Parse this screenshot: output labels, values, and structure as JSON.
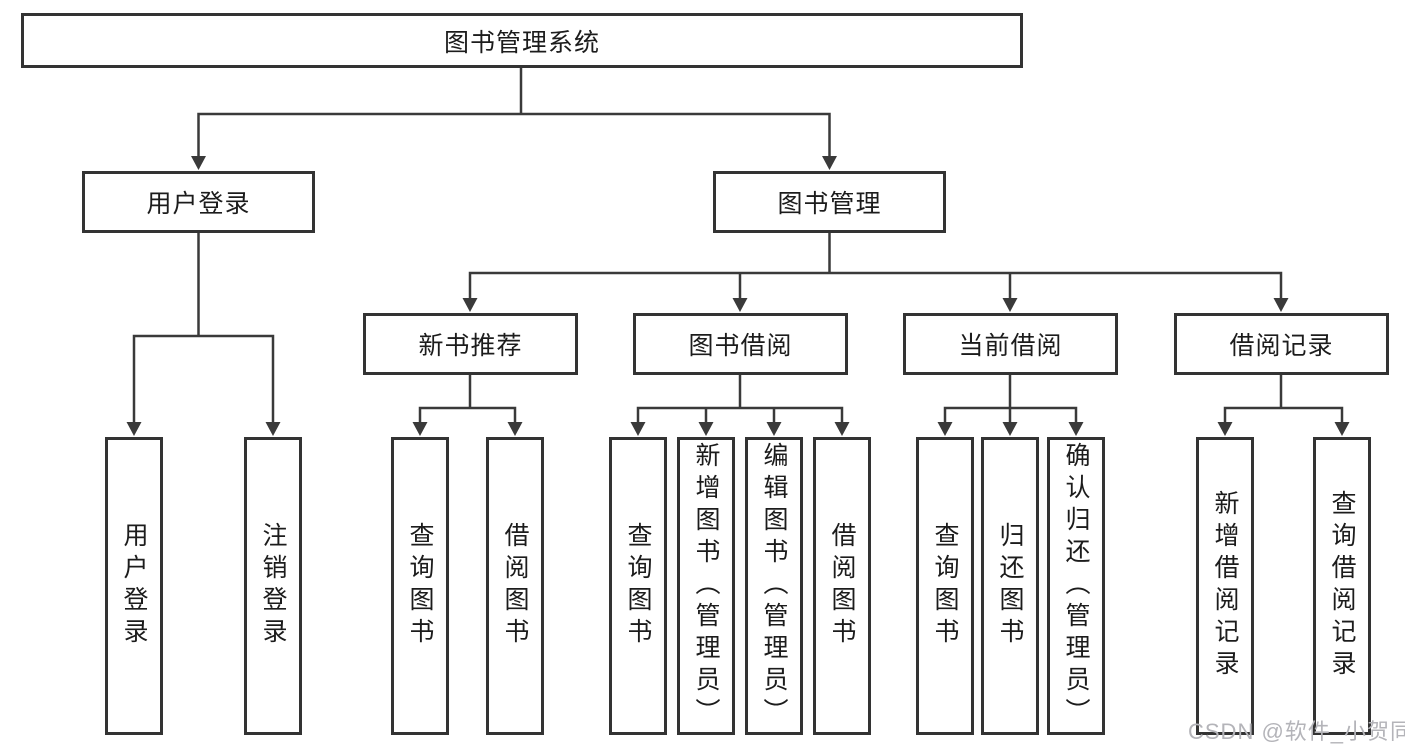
{
  "colors": {
    "line": "#3a3a3a",
    "box_border": "#333333",
    "text": "#1c1c1c",
    "watermark": "#b4b4b9",
    "background": "#ffffff"
  },
  "watermark": "CSDN @软件_小贺同学",
  "tree": {
    "root": "图书管理系统",
    "children": [
      {
        "label": "用户登录",
        "children": [
          "用户登录",
          "注销登录"
        ]
      },
      {
        "label": "图书管理",
        "children": [
          {
            "label": "新书推荐",
            "children": [
              "查询图书",
              "借阅图书"
            ]
          },
          {
            "label": "图书借阅",
            "children": [
              "查询图书",
              "新增图书（管理员）",
              "编辑图书（管理员）",
              "借阅图书"
            ]
          },
          {
            "label": "当前借阅",
            "children": [
              "查询图书",
              "归还图书",
              "确认归还（管理员）"
            ]
          },
          {
            "label": "借阅记录",
            "children": [
              "新增借阅记录",
              "查询借阅记录"
            ]
          }
        ]
      }
    ]
  }
}
